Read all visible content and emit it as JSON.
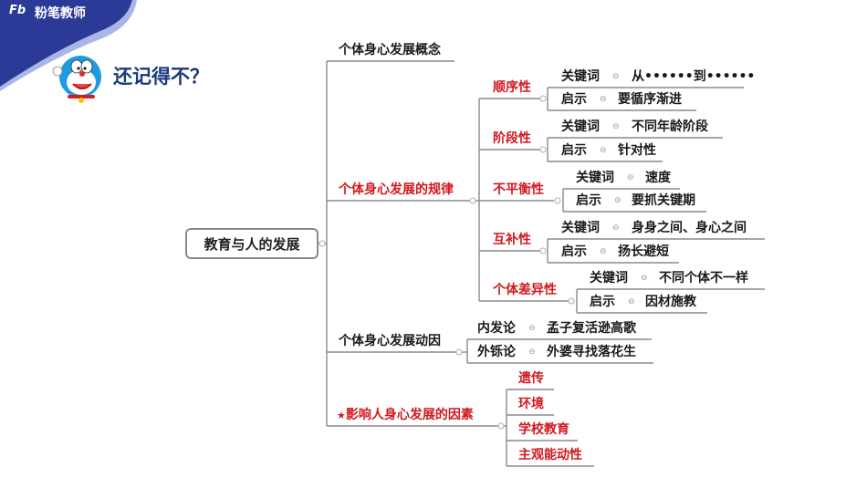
{
  "brand": {
    "logo_mark": "Fb",
    "name": "粉笔教师"
  },
  "header": {
    "title": "还记得不？"
  },
  "mindmap": {
    "root": "教育与人的发展",
    "concept": "个体身心发展概念",
    "laws": {
      "label": "个体身心发展的规律",
      "items": [
        {
          "label": "顺序性",
          "keyword_label": "关键词",
          "keyword": "从••••••到••••••",
          "insight_label": "启示",
          "insight": "要循序渐进"
        },
        {
          "label": "阶段性",
          "keyword_label": "关键词",
          "keyword": "不同年龄阶段",
          "insight_label": "启示",
          "insight": "针对性"
        },
        {
          "label": "不平衡性",
          "keyword_label": "关键词",
          "keyword": "速度",
          "insight_label": "启示",
          "insight": "要抓关键期"
        },
        {
          "label": "互补性",
          "keyword_label": "关键词",
          "keyword": "身身之间、身心之间",
          "insight_label": "启示",
          "insight": "扬长避短"
        },
        {
          "label": "个体差异性",
          "keyword_label": "关键词",
          "keyword": "不同个体不一样",
          "insight_label": "启示",
          "insight": "因材施教"
        }
      ]
    },
    "motives": {
      "label": "个体身心发展动因",
      "items": [
        {
          "label": "内发论",
          "value": "孟子复活逊高歌"
        },
        {
          "label": "外铄论",
          "value": "外婆寻找落花生"
        }
      ]
    },
    "factors": {
      "star": "★",
      "label": "影响人身心发展的因素",
      "items": [
        "遗传",
        "环境",
        "学校教育",
        "主观能动性"
      ]
    }
  },
  "colors": {
    "accent_red": "#d0181e",
    "brand_blue": "#2a3c9a",
    "line_gray": "#8a8a8a"
  }
}
